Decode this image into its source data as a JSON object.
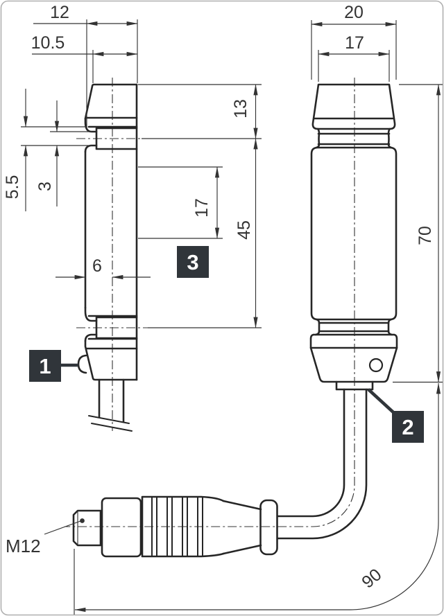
{
  "drawing": {
    "type": "technical-dimension-drawing",
    "views": {
      "left": "side-view-with-sensing-slots",
      "right": "front-view-with-cable-and-connector"
    },
    "dimensions": {
      "side_cap_outer_width": "12",
      "side_cap_inner_width": "10.5",
      "front_cap_outer_width": "20",
      "front_cap_inner_width": "17",
      "cap_height": "13",
      "slot_depth": "5.5",
      "slot_opening": "3",
      "window_height": "17",
      "axis_spacing": "45",
      "axis_depth": "6",
      "housing_height": "70",
      "cable_length": "90",
      "connector_label": "M12"
    },
    "callouts": {
      "one": "1",
      "two": "2",
      "three": "3"
    },
    "colors": {
      "line": "#262626",
      "dimension": "#333333",
      "callout_box": "#30353a",
      "callout_text": "#ffffff",
      "border": "#b0b0b0",
      "background": "#ffffff"
    }
  }
}
